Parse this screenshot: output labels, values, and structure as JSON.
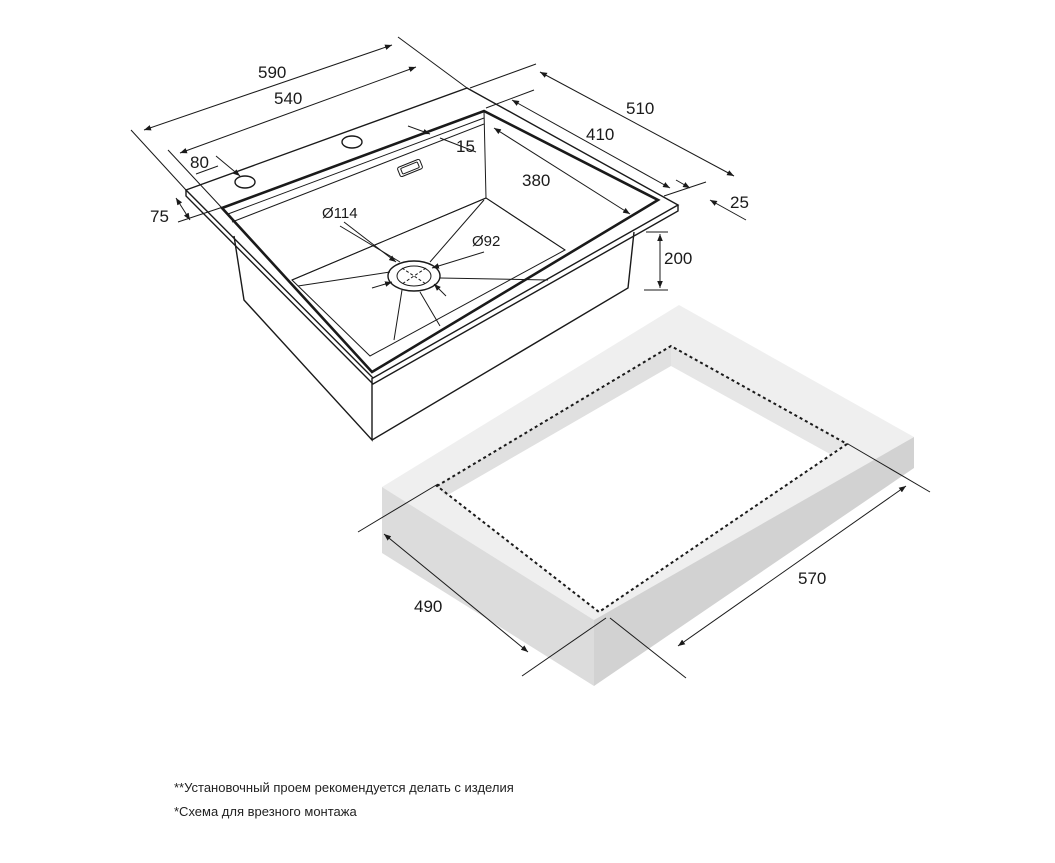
{
  "dimensions": {
    "d590": "590",
    "d540": "540",
    "d510": "510",
    "d410": "410",
    "d380": "380",
    "d80": "80",
    "d75": "75",
    "d15": "15",
    "d25": "25",
    "d200": "200",
    "dia114": "Ø114",
    "dia92": "Ø92",
    "d490": "490",
    "d570": "570"
  },
  "notes": {
    "cutout_note": "**Установочный проем рекомендуется делать с изделия",
    "scheme_note": "*Схема для врезного монтажа"
  },
  "colors": {
    "line": "#1a1a1a",
    "countertop_top": "#efefef",
    "countertop_side": "#d9d9d9",
    "cutout_inner_wall": "#e2e2e2"
  }
}
